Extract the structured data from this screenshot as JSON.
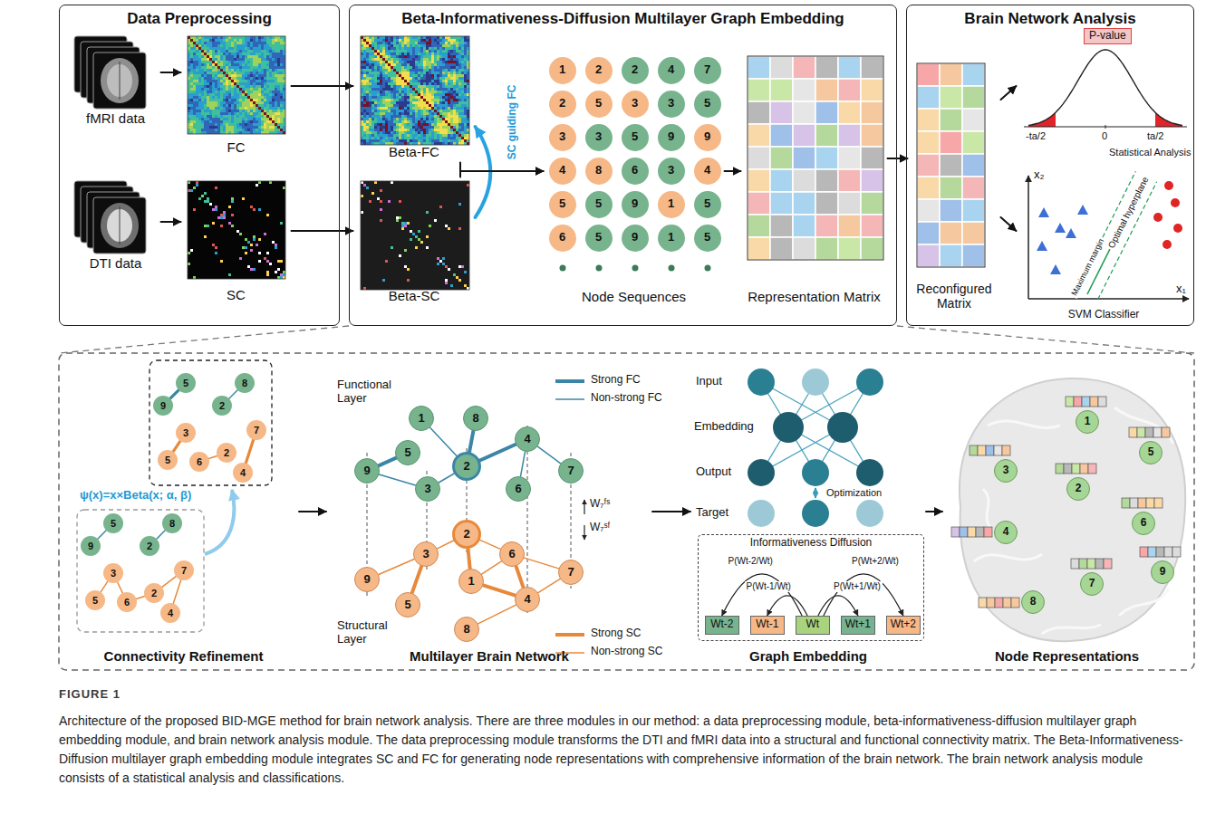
{
  "diagram": {
    "caption": "Architecture of the proposed BID-MGE method for brain network analysis. There are three modules in our method: a data preprocessing module, beta-informativeness-diffusion multilayer graph embedding module, and brain network analysis module. The data preprocessing module transforms the DTI and fMRI data into a structural and functional connectivity matrix. The Beta-Informativeness-Diffusion multilayer graph embedding module integrates SC and FC for generating node representations with comprehensive information of the brain network. The brain network analysis module consists of a statistical analysis and classifications.",
    "nodes": [
      {
        "text": [
          "Data Preprocessing"
        ]
      },
      {
        "text": [
          "fMRI data"
        ],
        "in": 0
      },
      {
        "text": [
          "FC"
        ],
        "in": 0
      },
      {
        "text": [
          "DTI data"
        ],
        "in": 0
      },
      {
        "text": [
          "SC"
        ],
        "in": 0
      },
      {
        "text": [
          "Beta-Informativeness-Diffusion Multilayer Graph Embedding"
        ]
      },
      {
        "text": [
          "Beta-FC"
        ],
        "in": 5
      },
      {
        "text": [
          "Beta-SC"
        ],
        "in": 5
      },
      {
        "text": [
          "Node Sequences"
        ],
        "in": 5
      },
      {
        "text": [
          "1"
        ],
        "in": 8
      },
      {
        "text": [
          "2"
        ],
        "in": 8
      },
      {
        "text": [
          "2"
        ],
        "in": 8
      },
      {
        "text": [
          "4"
        ],
        "in": 8
      },
      {
        "text": [
          "7"
        ],
        "in": 8
      },
      {
        "text": [
          "2"
        ],
        "in": 8
      },
      {
        "text": [
          "5"
        ],
        "in": 8
      },
      {
        "text": [
          "3"
        ],
        "in": 8
      },
      {
        "text": [
          "3"
        ],
        "in": 8
      },
      {
        "text": [
          "5"
        ],
        "in": 8
      },
      {
        "text": [
          "3"
        ],
        "in": 8
      },
      {
        "text": [
          "3"
        ],
        "in": 8
      },
      {
        "text": [
          "5"
        ],
        "in": 8
      },
      {
        "text": [
          "9"
        ],
        "in": 8
      },
      {
        "text": [
          "9"
        ],
        "in": 8
      },
      {
        "text": [
          "4"
        ],
        "in": 8
      },
      {
        "text": [
          "8"
        ],
        "in": 8
      },
      {
        "text": [
          "6"
        ],
        "in": 8
      },
      {
        "text": [
          "3"
        ],
        "in": 8
      },
      {
        "text": [
          "4"
        ],
        "in": 8
      },
      {
        "text": [
          "5"
        ],
        "in": 8
      },
      {
        "text": [
          "5"
        ],
        "in": 8
      },
      {
        "text": [
          "9"
        ],
        "in": 8
      },
      {
        "text": [
          "1"
        ],
        "in": 8
      },
      {
        "text": [
          "5"
        ],
        "in": 8
      },
      {
        "text": [
          "6"
        ],
        "in": 8
      },
      {
        "text": [
          "5"
        ],
        "in": 8
      },
      {
        "text": [
          "9"
        ],
        "in": 8
      },
      {
        "text": [
          "1"
        ],
        "in": 8
      },
      {
        "text": [
          "5"
        ],
        "in": 8
      },
      {
        "text": [
          "Representation Matrix"
        ],
        "in": 5
      },
      {
        "text": [
          "Brain Network Analysis"
        ]
      },
      {
        "text": [
          "Reconfigured Matrix"
        ],
        "in": 40
      },
      {
        "text": [
          "Statistical Analysis"
        ],
        "in": 40
      },
      {
        "text": [
          "SVM Classifier"
        ],
        "in": 40
      },
      {
        "text": [
          "Connectivity Refinement"
        ]
      },
      {
        "text": [
          "5"
        ],
        "in": 44
      },
      {
        "text": [
          "8"
        ],
        "in": 44
      },
      {
        "text": [
          "9"
        ],
        "in": 44
      },
      {
        "text": [
          "2"
        ],
        "in": 44
      },
      {
        "text": [
          "7"
        ],
        "in": 44
      },
      {
        "text": [
          "3"
        ],
        "in": 44
      },
      {
        "text": [
          "2"
        ],
        "in": 44
      },
      {
        "text": [
          "5"
        ],
        "in": 44
      },
      {
        "text": [
          "6"
        ],
        "in": 44
      },
      {
        "text": [
          "4"
        ],
        "in": 44
      },
      {
        "text": [
          "5"
        ],
        "in": 44
      },
      {
        "text": [
          "8"
        ],
        "in": 44
      },
      {
        "text": [
          "9"
        ],
        "in": 44
      },
      {
        "text": [
          "2"
        ],
        "in": 44
      },
      {
        "text": [
          "7"
        ],
        "in": 44
      },
      {
        "text": [
          "3"
        ],
        "in": 44
      },
      {
        "text": [
          "2"
        ],
        "in": 44
      },
      {
        "text": [
          "5"
        ],
        "in": 44
      },
      {
        "text": [
          "6"
        ],
        "in": 44
      },
      {
        "text": [
          "4"
        ],
        "in": 44
      },
      {
        "text": [
          "Multilayer Brain Network"
        ]
      },
      {
        "text": [
          "1"
        ],
        "in": 65
      },
      {
        "text": [
          "8"
        ],
        "in": 65
      },
      {
        "text": [
          "4"
        ],
        "in": 65
      },
      {
        "text": [
          "5"
        ],
        "in": 65
      },
      {
        "text": [
          "2"
        ],
        "in": 65
      },
      {
        "text": [
          "9"
        ],
        "in": 65
      },
      {
        "text": [
          "7"
        ],
        "in": 65
      },
      {
        "text": [
          "3"
        ],
        "in": 65
      },
      {
        "text": [
          "6"
        ],
        "in": 65
      },
      {
        "text": [
          "2"
        ],
        "in": 65
      },
      {
        "text": [
          "3"
        ],
        "in": 65
      },
      {
        "text": [
          "6"
        ],
        "in": 65
      },
      {
        "text": [
          "7"
        ],
        "in": 65
      },
      {
        "text": [
          "9"
        ],
        "in": 65
      },
      {
        "text": [
          "1"
        ],
        "in": 65
      },
      {
        "text": [
          "4"
        ],
        "in": 65
      },
      {
        "text": [
          "5"
        ],
        "in": 65
      },
      {
        "text": [
          "8"
        ],
        "in": 65
      },
      {
        "text": [
          "Graph Embedding"
        ]
      },
      {
        "text": [
          "Informativeness Diffusion"
        ],
        "in": 84
      },
      {
        "text": [
          "Wt-2"
        ],
        "in": 85
      },
      {
        "text": [
          "Wt-1"
        ],
        "in": 85
      },
      {
        "text": [
          "Wt"
        ],
        "in": 85
      },
      {
        "text": [
          "Wt+1"
        ],
        "in": 85
      },
      {
        "text": [
          "Wt+2"
        ],
        "in": 85
      },
      {
        "text": [
          "Node Representations"
        ]
      },
      {
        "text": [
          "1"
        ],
        "in": 91
      },
      {
        "text": [
          "5"
        ],
        "in": 91
      },
      {
        "text": [
          "3"
        ],
        "in": 91
      },
      {
        "text": [
          "2"
        ],
        "in": 91
      },
      {
        "text": [
          "6"
        ],
        "in": 91
      },
      {
        "text": [
          "4"
        ],
        "in": 91
      },
      {
        "text": [
          "9"
        ],
        "in": 91
      },
      {
        "text": [
          "7"
        ],
        "in": 91
      },
      {
        "text": [
          "8"
        ],
        "in": 91
      }
    ],
    "edges": [
      {
        "from": 1,
        "to": 2,
        "arrow": "to"
      },
      {
        "from": 3,
        "to": 4,
        "arrow": "to"
      },
      {
        "from": 2,
        "to": 6,
        "arrow": "to"
      },
      {
        "from": 4,
        "to": 7,
        "arrow": "to"
      },
      {
        "from": 7,
        "to": 6,
        "label": "SC guiding FC",
        "arrow": "to"
      },
      {
        "from": 6,
        "to": 8,
        "arrow": "to"
      },
      {
        "from": 7,
        "to": 8,
        "arrow": "to"
      },
      {
        "from": 8,
        "to": 39,
        "arrow": "to"
      },
      {
        "from": 39,
        "to": 41,
        "arrow": "to"
      },
      {
        "from": 41,
        "to": 42,
        "arrow": "to"
      },
      {
        "from": 41,
        "to": 43,
        "arrow": "to"
      },
      {
        "from": 44,
        "to": 65,
        "arrow": "to"
      },
      {
        "from": 65,
        "to": 84,
        "arrow": "to"
      },
      {
        "from": 84,
        "to": 91,
        "arrow": "to"
      },
      {
        "from": 47,
        "to": 45,
        "arrow": "none"
      },
      {
        "from": 48,
        "to": 46,
        "arrow": "none"
      },
      {
        "from": 50,
        "to": 52,
        "arrow": "none"
      },
      {
        "from": 53,
        "to": 51,
        "arrow": "none"
      },
      {
        "from": 49,
        "to": 54,
        "arrow": "none"
      },
      {
        "from": 57,
        "to": 55,
        "arrow": "none"
      },
      {
        "from": 58,
        "to": 56,
        "arrow": "none"
      },
      {
        "from": 60,
        "to": 62,
        "arrow": "none"
      },
      {
        "from": 60,
        "to": 63,
        "arrow": "none"
      },
      {
        "from": 63,
        "to": 61,
        "arrow": "none"
      },
      {
        "from": 61,
        "to": 59,
        "arrow": "none"
      },
      {
        "from": 59,
        "to": 64,
        "arrow": "none"
      },
      {
        "from": 71,
        "to": 69,
        "arrow": "none"
      },
      {
        "from": 67,
        "to": 70,
        "arrow": "none"
      },
      {
        "from": 70,
        "to": 68,
        "arrow": "none"
      },
      {
        "from": 66,
        "to": 70,
        "arrow": "none"
      },
      {
        "from": 70,
        "to": 73,
        "arrow": "none"
      },
      {
        "from": 73,
        "to": 71,
        "arrow": "none"
      },
      {
        "from": 68,
        "to": 74,
        "arrow": "none"
      },
      {
        "from": 68,
        "to": 72,
        "arrow": "none"
      },
      {
        "from": 75,
        "to": 80,
        "arrow": "none"
      },
      {
        "from": 80,
        "to": 81,
        "arrow": "none"
      },
      {
        "from": 77,
        "to": 81,
        "arrow": "none"
      },
      {
        "from": 76,
        "to": 82,
        "arrow": "none"
      },
      {
        "from": 75,
        "to": 76,
        "arrow": "none"
      },
      {
        "from": 75,
        "to": 77,
        "arrow": "none"
      },
      {
        "from": 76,
        "to": 79,
        "arrow": "none"
      },
      {
        "from": 77,
        "to": 80,
        "arrow": "none"
      },
      {
        "from": 81,
        "to": 78,
        "arrow": "none"
      },
      {
        "from": 81,
        "to": 83,
        "arrow": "none"
      },
      {
        "from": 77,
        "to": 78,
        "arrow": "none"
      },
      {
        "from": 88,
        "to": 86,
        "label": "P(Wt-2/Wt)",
        "arrow": "to"
      },
      {
        "from": 88,
        "to": 87,
        "label": "P(Wt-1/Wt)",
        "arrow": "to"
      },
      {
        "from": 88,
        "to": 89,
        "label": "P(Wt+1/Wt)",
        "arrow": "to"
      },
      {
        "from": 88,
        "to": 90,
        "label": "P(Wt+2/Wt)",
        "arrow": "to"
      }
    ],
    "labels": [
      "P-value",
      "-ta/2",
      "0",
      "ta/2",
      "x₂",
      "x₁",
      "Optimal hyperplane",
      "Maximum margin",
      "ψ(x)=x×Beta(x; α, β)",
      "Functional Layer",
      "Structural Layer",
      "W₇ᶠˢ",
      "W₇ˢᶠ",
      "Input",
      "Embedding",
      "Output",
      "Target",
      "Optimization",
      "FIGURE 1"
    ],
    "legend": [
      {
        "text": "Strong FC"
      },
      {
        "text": "Non-strong FC"
      },
      {
        "text": "Strong SC"
      },
      {
        "text": "Non-strong SC"
      }
    ]
  }
}
